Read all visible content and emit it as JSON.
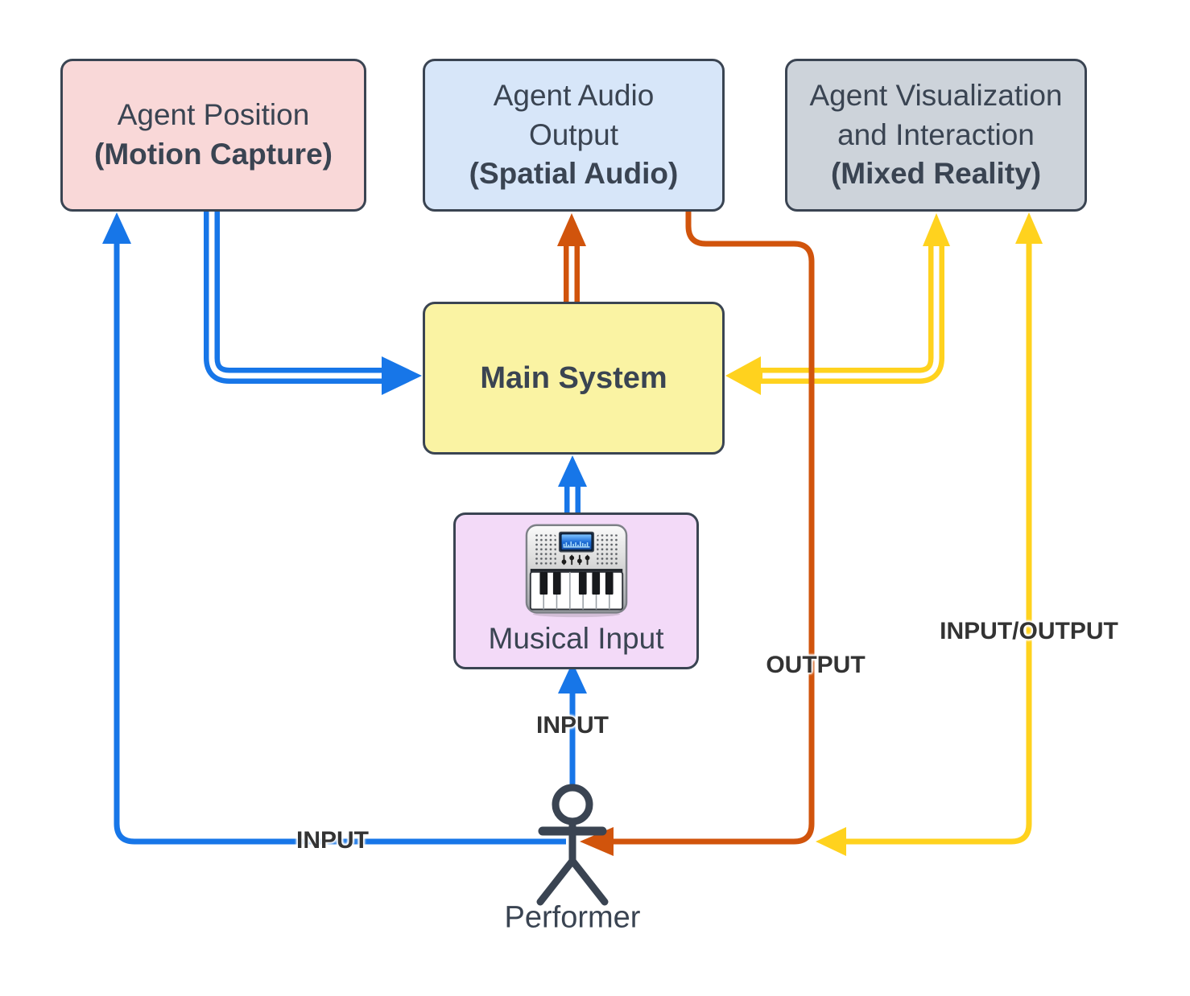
{
  "diagram": {
    "title": "Agent performance system diagram",
    "nodes": {
      "agent_position": {
        "title": "Agent Position",
        "subtitle": "(Motion Capture)",
        "fill": "#F9D8D8"
      },
      "agent_audio": {
        "title": "Agent Audio Output",
        "subtitle": "(Spatial Audio)",
        "fill": "#D7E6F9"
      },
      "agent_viz": {
        "title": "Agent Visualization and Interaction",
        "subtitle": "(Mixed Reality)",
        "fill": "#CDD3DA"
      },
      "main_system": {
        "title": "Main System",
        "fill": "#FAF3A3"
      },
      "musical_input": {
        "title": "Musical Input",
        "fill": "#F3DAF8",
        "icon": "midi-keyboard-icon"
      },
      "performer": {
        "label": "Performer",
        "icon": "stick-figure-icon"
      }
    },
    "edge_labels": {
      "input_left": "INPUT",
      "input_musical": "INPUT",
      "output": "OUTPUT",
      "input_output": "INPUT/OUTPUT"
    },
    "edges": [
      {
        "from": "agent_position",
        "to": "main_system",
        "color": "blue",
        "style": "double-line",
        "direction": "forward"
      },
      {
        "from": "performer",
        "to": "agent_position",
        "color": "blue",
        "style": "single-line",
        "direction": "forward",
        "label": "INPUT"
      },
      {
        "from": "musical_input",
        "to": "main_system",
        "color": "blue",
        "style": "double-line",
        "direction": "forward"
      },
      {
        "from": "performer",
        "to": "musical_input",
        "color": "blue",
        "style": "single-line",
        "direction": "forward",
        "label": "INPUT"
      },
      {
        "from": "main_system",
        "to": "agent_audio",
        "color": "orange",
        "style": "double-line",
        "direction": "forward"
      },
      {
        "from": "agent_audio",
        "to": "performer",
        "color": "orange",
        "style": "single-line",
        "direction": "forward",
        "label": "OUTPUT"
      },
      {
        "from": "main_system",
        "to": "agent_viz",
        "color": "yellow",
        "style": "double-line",
        "direction": "both"
      },
      {
        "from": "agent_viz",
        "to": "performer",
        "color": "yellow",
        "style": "single-line",
        "direction": "both",
        "label": "INPUT/OUTPUT"
      }
    ],
    "colors": {
      "blue": "#1776E8",
      "orange": "#D1540C",
      "yellow": "#FFD21E",
      "stroke_dark": "#3A4452",
      "label_text": "#333333"
    }
  }
}
